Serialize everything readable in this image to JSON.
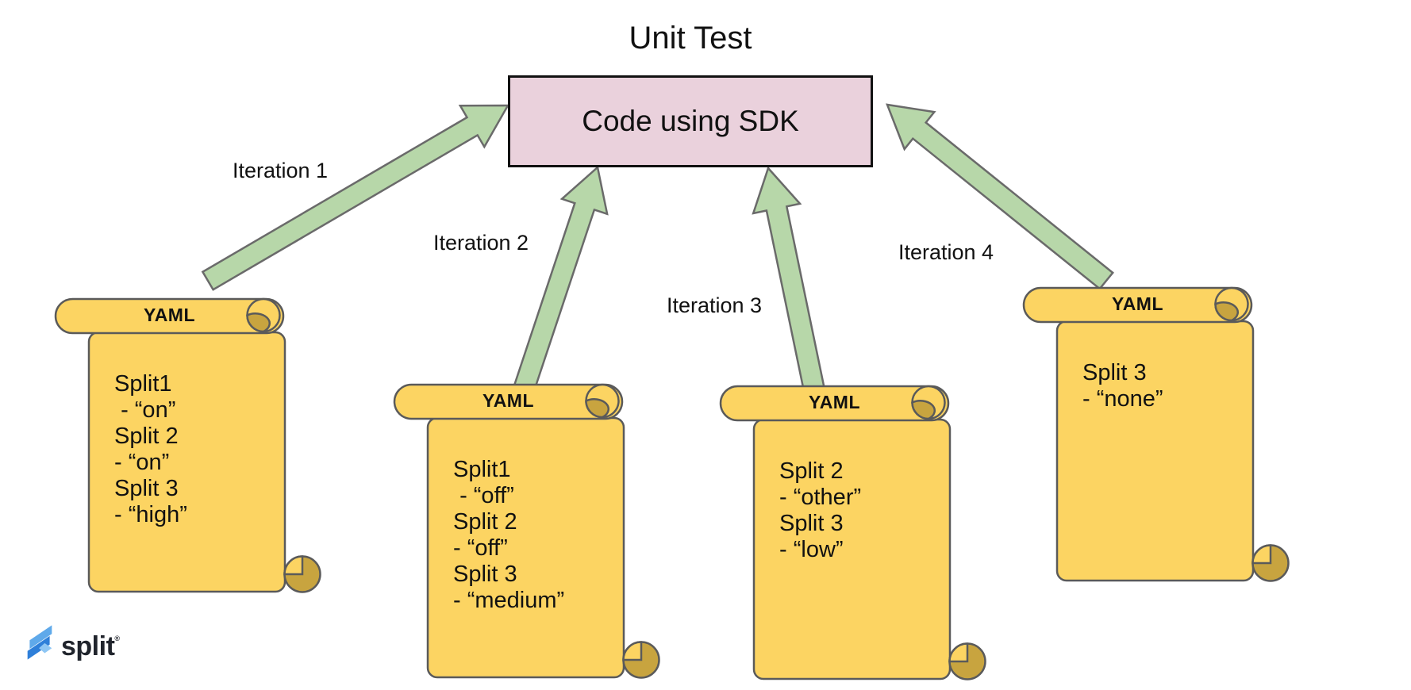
{
  "title": "Unit Test",
  "box": {
    "label": "Code using SDK"
  },
  "iterations": [
    {
      "label": "Iteration 1"
    },
    {
      "label": "Iteration 2"
    },
    {
      "label": "Iteration 3"
    },
    {
      "label": "Iteration 4"
    }
  ],
  "scrolls": [
    {
      "header": "YAML",
      "text": "Split1\n - “on”\nSplit 2\n- “on”\nSplit 3\n- “high”"
    },
    {
      "header": "YAML",
      "text": "Split1\n - “off”\nSplit 2\n- “off”\nSplit 3\n- “medium”"
    },
    {
      "header": "YAML",
      "text": "Split 2\n- “other”\nSplit 3\n- “low”"
    },
    {
      "header": "YAML",
      "text": "Split 3\n- “none”"
    }
  ],
  "logo": {
    "text": "split",
    "trademark": "®"
  },
  "colors": {
    "box_fill": "#EAD1DC",
    "box_border": "#111111",
    "arrow_fill": "#B7D7A9",
    "arrow_stroke": "#6A6A6A",
    "scroll_fill": "#FCD462",
    "scroll_curl_dark": "#C8A43F",
    "scroll_stroke": "#5A5A5A",
    "logo_blue_light": "#5FA9EA",
    "logo_blue_dark": "#2E7FD9",
    "text": "#111111",
    "background": "#FFFFFF"
  }
}
